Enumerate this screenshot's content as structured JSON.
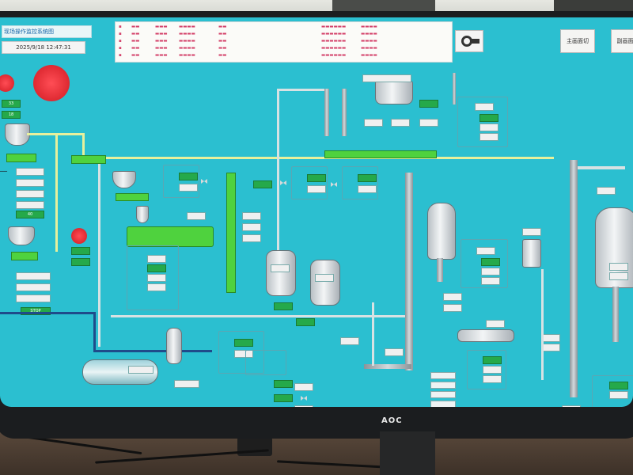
{
  "header": {
    "title": "现场操作监控系统图",
    "datetime": "2025/9/18 12:47:31",
    "buttons": [
      {
        "label": "主画面切"
      },
      {
        "label": "副画面"
      }
    ]
  },
  "monitor": {
    "brand": "AOC"
  },
  "left_column": {
    "values": [
      "33",
      "18",
      "40"
    ],
    "status": "STOP"
  }
}
